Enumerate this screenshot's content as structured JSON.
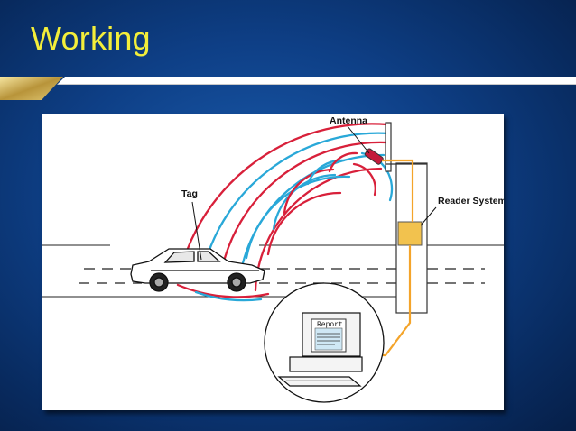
{
  "slide": {
    "title": "Working"
  },
  "diagram": {
    "labels": {
      "antenna": "Antenna",
      "tag": "Tag",
      "reader": "Reader System",
      "report": "Report"
    },
    "colors": {
      "title": "#f3ee3a",
      "wave_red": "#d8203a",
      "wave_blue": "#29a8d8",
      "cable": "#f4a42a",
      "reader_box": "#f2c24e"
    }
  }
}
